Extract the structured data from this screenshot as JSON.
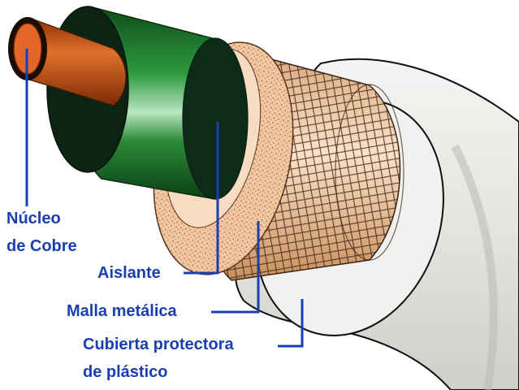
{
  "labels": {
    "core": [
      "Núcleo",
      "de Cobre"
    ],
    "insulator": "Aislante",
    "mesh": "Malla metálica",
    "jacket": [
      "Cubierta protectora",
      "de plástico"
    ]
  },
  "colors": {
    "label_text": "#1a3fb0",
    "leader_line": "#1a3fb0",
    "copper": "#d9621f",
    "insulator_green": "#1d7a2f",
    "braid_tan": "#f3c9a0",
    "jacket_white": "#ececea"
  }
}
